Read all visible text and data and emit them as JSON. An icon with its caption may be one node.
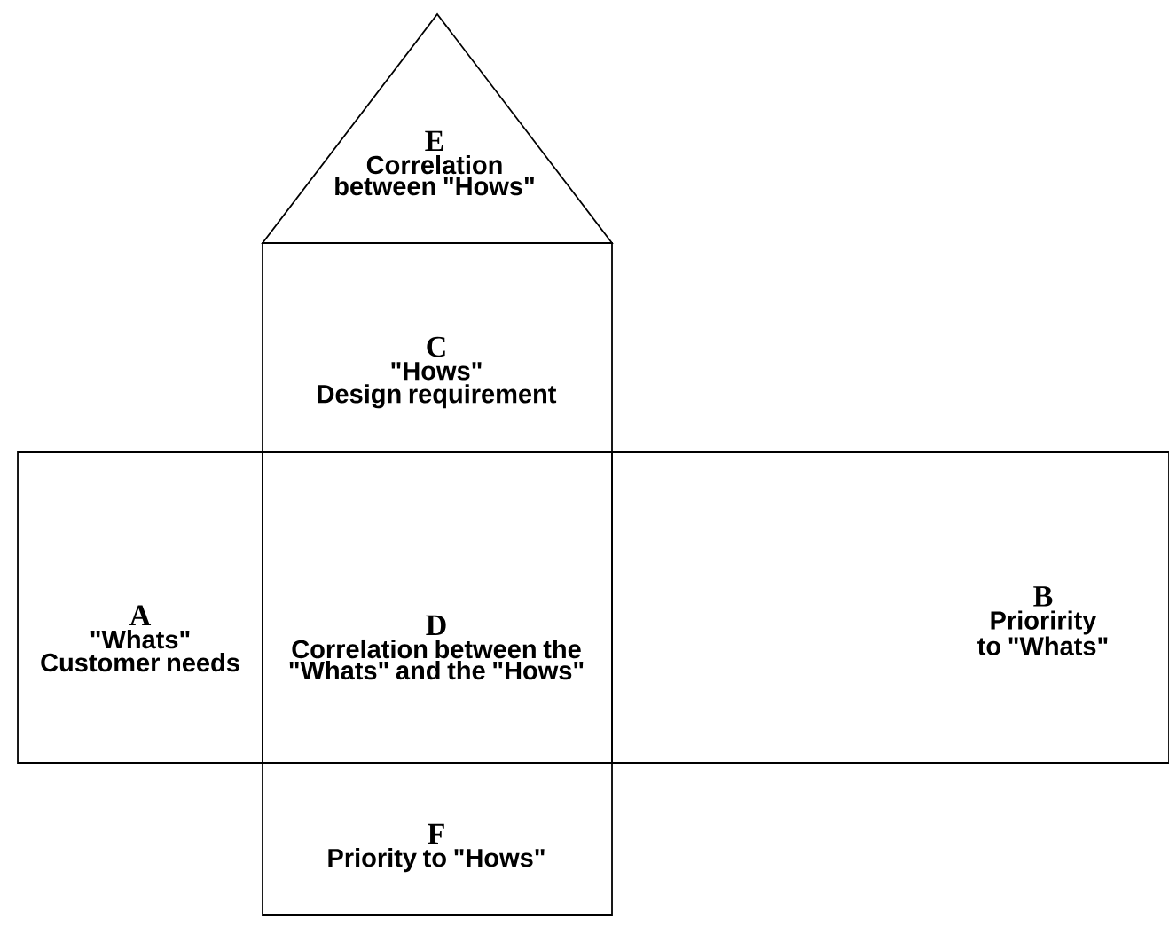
{
  "diagram": {
    "nodes": [
      {
        "text": [
          "E",
          "Correlation between \"Hows\""
        ]
      },
      {
        "text": [
          "C",
          "\"Hows\"",
          "Design requirement"
        ]
      },
      {
        "text": [
          "A",
          "\"Whats\"",
          "Customer needs"
        ]
      },
      {
        "text": [
          "D",
          "Correlation between the \"Whats\" and the \"Hows\""
        ]
      },
      {
        "text": [
          "B",
          "Prioririty to \"Whats\""
        ]
      },
      {
        "text": [
          "F",
          "Priority to \"Hows\""
        ]
      }
    ]
  }
}
